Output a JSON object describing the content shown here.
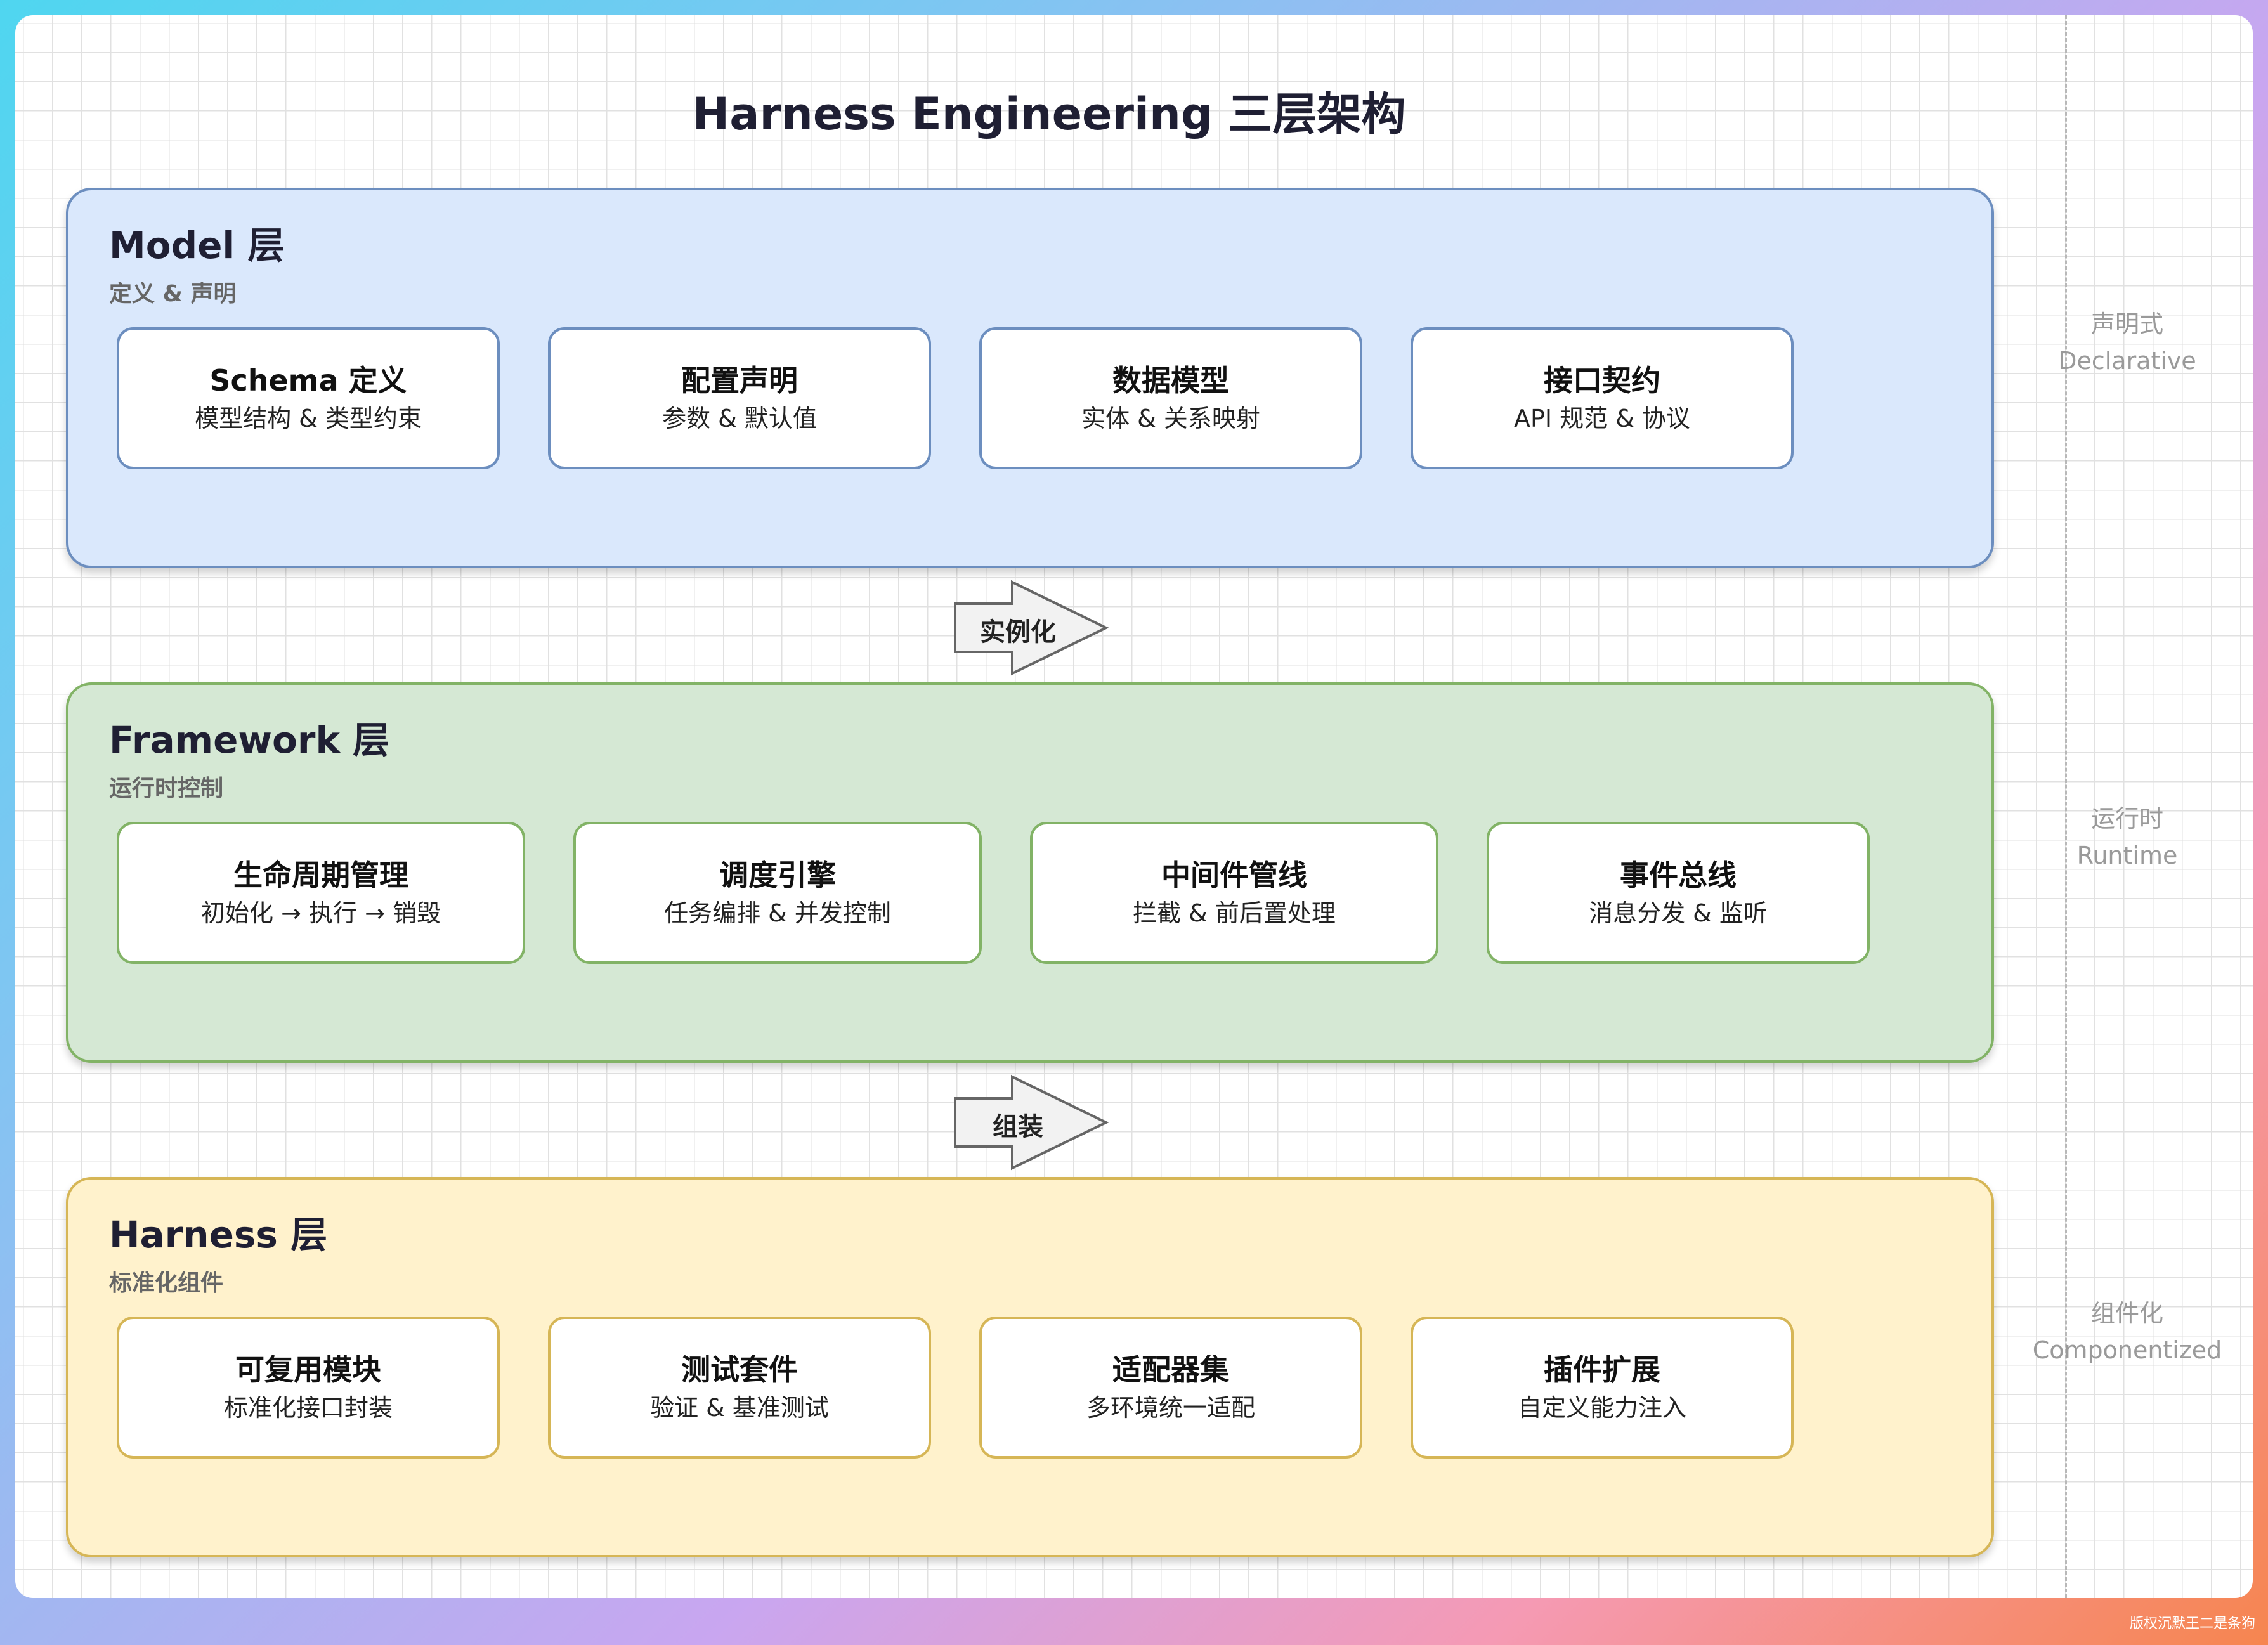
{
  "title": "Harness Engineering 三层架构",
  "layers": [
    {
      "name": "Model 层",
      "subtitle": "定义 & 声明",
      "color": "#dae8fc",
      "border": "#6c8ebf",
      "cards": [
        {
          "title": "Schema 定义",
          "desc": "模型结构 & 类型约束"
        },
        {
          "title": "配置声明",
          "desc": "参数 & 默认值"
        },
        {
          "title": "数据模型",
          "desc": "实体 & 关系映射"
        },
        {
          "title": "接口契约",
          "desc": "API 规范 & 协议"
        }
      ]
    },
    {
      "name": "Framework 层",
      "subtitle": "运行时控制",
      "color": "#d5e8d4",
      "border": "#82b366",
      "cards": [
        {
          "title": "生命周期管理",
          "desc": "初始化 → 执行 → 销毁"
        },
        {
          "title": "调度引擎",
          "desc": "任务编排 & 并发控制"
        },
        {
          "title": "中间件管线",
          "desc": "拦截 & 前后置处理"
        },
        {
          "title": "事件总线",
          "desc": "消息分发 & 监听"
        }
      ]
    },
    {
      "name": "Harness 层",
      "subtitle": "标准化组件",
      "color": "#fff2cc",
      "border": "#d6b656",
      "cards": [
        {
          "title": "可复用模块",
          "desc": "标准化接口封装"
        },
        {
          "title": "测试套件",
          "desc": "验证 & 基准测试"
        },
        {
          "title": "适配器集",
          "desc": "多环境统一适配"
        },
        {
          "title": "插件扩展",
          "desc": "自定义能力注入"
        }
      ]
    }
  ],
  "arrows": [
    {
      "label": "实例化"
    },
    {
      "label": "组装"
    }
  ],
  "side_labels": [
    {
      "cn": "声明式",
      "en": "Declarative"
    },
    {
      "cn": "运行时",
      "en": "Runtime"
    },
    {
      "cn": "组件化",
      "en": "Componentized"
    }
  ],
  "watermark": "版权沉默王二是条狗"
}
